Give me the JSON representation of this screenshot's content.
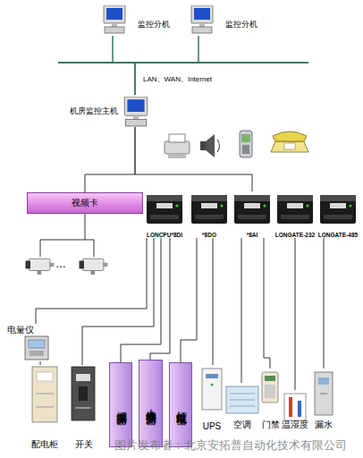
{
  "diagram": {
    "nodes": [
      {
        "text": [
          "监控分机"
        ]
      },
      {
        "text": [
          "监控分机"
        ]
      },
      {
        "text": [
          "机房监控主机"
        ]
      },
      {
        "text": [
          "视频卡"
        ]
      },
      {
        "text": [
          "LONCPU*8DI"
        ]
      },
      {
        "text": [
          "*8DO"
        ]
      },
      {
        "text": [
          "*8AI"
        ]
      },
      {
        "text": [
          "LONGATE-232"
        ]
      },
      {
        "text": [
          "LONGATE-485"
        ]
      },
      {
        "text": [
          "电量仪"
        ]
      },
      {
        "text": [
          "配电柜"
        ]
      },
      {
        "text": [
          "开关"
        ]
      },
      {
        "text": [
          "烟感探测器"
        ]
      },
      {
        "text": [
          "人体移动探测器"
        ]
      },
      {
        "text": [
          "灯控继电器"
        ]
      },
      {
        "text": [
          "UPS"
        ]
      },
      {
        "text": [
          "空调"
        ]
      },
      {
        "text": [
          "门禁"
        ]
      },
      {
        "text": [
          "温湿度"
        ]
      },
      {
        "text": [
          "漏水"
        ]
      }
    ],
    "edges": [
      {
        "from": 0,
        "to": 2,
        "arrow": "none"
      },
      {
        "from": 1,
        "to": 2,
        "arrow": "none"
      },
      {
        "from": 2,
        "to": 3,
        "arrow": "none"
      },
      {
        "from": 2,
        "to": 6,
        "arrow": "none"
      },
      {
        "from": 4,
        "to": 9,
        "arrow": "none"
      },
      {
        "from": 9,
        "to": 10,
        "arrow": "none"
      },
      {
        "from": 4,
        "to": 11,
        "arrow": "none"
      },
      {
        "from": 4,
        "to": 12,
        "arrow": "none"
      },
      {
        "from": 4,
        "to": 13,
        "arrow": "none"
      },
      {
        "from": 5,
        "to": 14,
        "arrow": "none"
      },
      {
        "from": 5,
        "to": 15,
        "arrow": "none"
      },
      {
        "from": 6,
        "to": 16,
        "arrow": "none"
      },
      {
        "from": 6,
        "to": 17,
        "arrow": "none"
      },
      {
        "from": 7,
        "to": 18,
        "arrow": "none"
      },
      {
        "from": 8,
        "to": 19,
        "arrow": "none"
      }
    ],
    "labels": [
      "LAN、WAN、Internet",
      "…",
      "图片发布者：北京安拓普自动化技术有限公司"
    ]
  }
}
